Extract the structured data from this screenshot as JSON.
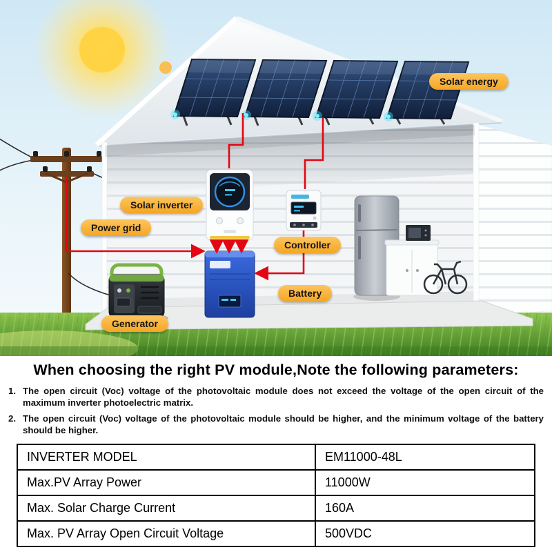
{
  "scene": {
    "labels": {
      "solar_energy": "Solar energy",
      "solar_inverter": "Solar inverter",
      "power_grid": "Power grid",
      "controller": "Controller",
      "battery": "Battery",
      "generator": "Generator"
    },
    "colors": {
      "label_bg": "#F6A623",
      "label_bg_light": "#FCC55E",
      "wire_red": "#E30613",
      "panel_navy": "#16294A",
      "grass_green": "#4E8C2A",
      "sky_blue": "#D6ECF7",
      "sun_yellow": "#FFD23F",
      "battery_blue": "#2B55C8",
      "generator_green": "#79B444"
    }
  },
  "content": {
    "heading": "When choosing the right PV module,Note the following parameters:",
    "notes": [
      {
        "num": "1.",
        "text": "The open circuit (Voc) voltage of the photovoltaic module does not exceed the voltage of the open circuit of the maximum inverter photoelectric matrix."
      },
      {
        "num": "2.",
        "text": "The open circuit (Voc) voltage of the photovoltaic module should be higher, and the minimum voltage of the battery should be higher."
      }
    ],
    "table": {
      "rows": [
        {
          "param": "INVERTER MODEL",
          "value": "EM11000-48L"
        },
        {
          "param": "Max.PV Array Power",
          "value": "11000W"
        },
        {
          "param": "Max. Solar Charge Current",
          "value": "160A"
        },
        {
          "param": "Max. PV Array Open Circuit Voltage",
          "value": "500VDC"
        }
      ]
    }
  }
}
